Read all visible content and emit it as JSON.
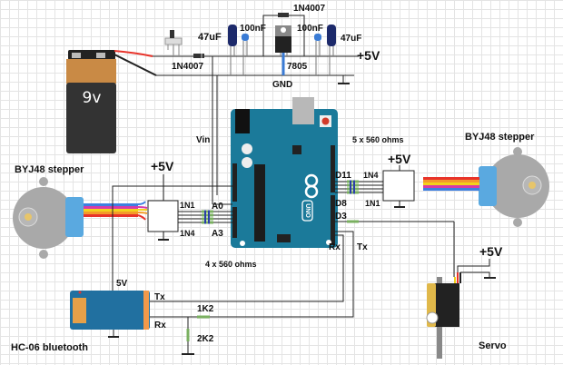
{
  "labels": {
    "battery": "9v",
    "diode_input": "1N4007",
    "diode_bypass": "1N4007",
    "cap_47_left": "47uF",
    "cap_100_left": "100nF",
    "cap_100_right": "100nF",
    "cap_47_right": "47uF",
    "regulator": "7805",
    "gnd": "GND",
    "rail_5v_top": "+5V",
    "vin": "Vin",
    "stepper_left_title": "BYJ48 stepper",
    "stepper_right_title": "BYJ48 stepper",
    "driver_left_5v": "+5V",
    "driver_right_5v": "+5V",
    "driver_left_in1": "1N1",
    "driver_left_in4": "1N4",
    "driver_right_in4": "1N4",
    "driver_right_in1": "1N1",
    "pin_a0": "A0",
    "pin_a3": "A3",
    "pin_d11": "D11",
    "pin_d8": "D8",
    "pin_d3": "D3",
    "arduino_rx": "Rx",
    "arduino_tx": "Tx",
    "res_5x": "5 x 560 ohms",
    "res_4x": "4 x 560 ohms",
    "bt_5v": "5V",
    "bt_tx": "Tx",
    "bt_rx": "Rx",
    "res_1k2": "1K2",
    "res_2k2": "2K2",
    "bt_title": "HC-06 bluetooth",
    "servo_5v": "+5V",
    "servo_title": "Servo",
    "uno": "UNO"
  },
  "colors": {
    "arduino": "#1b7a9a",
    "bt_module": "#2170a0",
    "stepper_body": "#a9a9a9",
    "stepper_cover": "#5aa9e0",
    "battery_top": "#c98a45",
    "battery_body": "#333333",
    "cap_electrolytic": "#1d2a6b",
    "cap_ceramic": "#3a7bd5",
    "wire_red": "#e8332a",
    "wire_orange": "#f39a2a",
    "wire_yellow": "#f2d21b",
    "wire_pink": "#d63aa8",
    "wire_blue": "#3d7fe0"
  }
}
